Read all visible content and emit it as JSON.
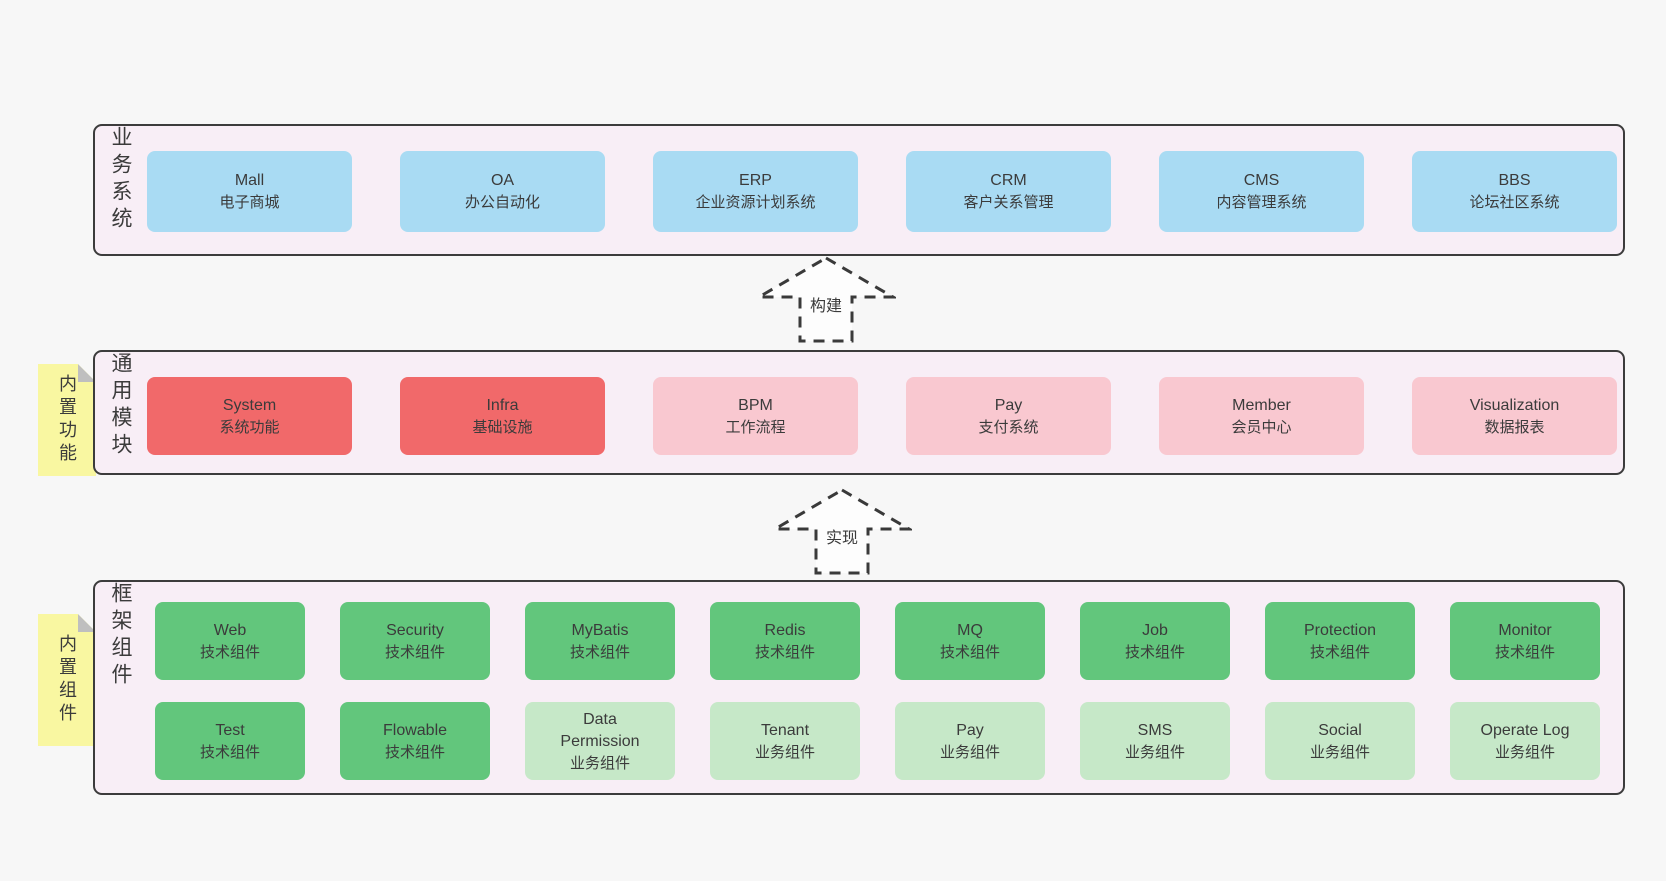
{
  "colors": {
    "background": "#f7f7f7",
    "panel_background": "#f8eef6",
    "panel_border": "#3c3c3c",
    "box_blue": "#a9dbf3",
    "box_red": "#f1696a",
    "box_pink": "#f9c8d0",
    "box_green": "#62c67c",
    "box_light_green": "#c6e8c8",
    "sticky_note_yellow": "#f9f7a1",
    "text": "#3b3b3b"
  },
  "arrows": [
    {
      "label": "构建"
    },
    {
      "label": "实现"
    }
  ],
  "layers": [
    {
      "id": "business-systems",
      "label_vertical": "业务系统",
      "boxes": [
        {
          "name": "Mall",
          "subtitle": "电子商城",
          "variant": "blue"
        },
        {
          "name": "OA",
          "subtitle": "办公自动化",
          "variant": "blue"
        },
        {
          "name": "ERP",
          "subtitle": "企业资源计划系统",
          "variant": "blue"
        },
        {
          "name": "CRM",
          "subtitle": "客户关系管理",
          "variant": "blue"
        },
        {
          "name": "CMS",
          "subtitle": "内容管理系统",
          "variant": "blue"
        },
        {
          "name": "BBS",
          "subtitle": "论坛社区系统",
          "variant": "blue"
        }
      ]
    },
    {
      "id": "common-modules",
      "label_vertical": "通用模块",
      "sticky_note": "内置功能",
      "boxes": [
        {
          "name": "System",
          "subtitle": "系统功能",
          "variant": "red"
        },
        {
          "name": "Infra",
          "subtitle": "基础设施",
          "variant": "red"
        },
        {
          "name": "BPM",
          "subtitle": "工作流程",
          "variant": "pink"
        },
        {
          "name": "Pay",
          "subtitle": "支付系统",
          "variant": "pink"
        },
        {
          "name": "Member",
          "subtitle": "会员中心",
          "variant": "pink"
        },
        {
          "name": "Visualization",
          "subtitle": "数据报表",
          "variant": "pink"
        }
      ]
    },
    {
      "id": "framework-components",
      "label_vertical": "框架组件",
      "sticky_note": "内置组件",
      "rows": [
        [
          {
            "name": "Web",
            "subtitle": "技术组件",
            "variant": "green"
          },
          {
            "name": "Security",
            "subtitle": "技术组件",
            "variant": "green"
          },
          {
            "name": "MyBatis",
            "subtitle": "技术组件",
            "variant": "green"
          },
          {
            "name": "Redis",
            "subtitle": "技术组件",
            "variant": "green"
          },
          {
            "name": "MQ",
            "subtitle": "技术组件",
            "variant": "green"
          },
          {
            "name": "Job",
            "subtitle": "技术组件",
            "variant": "green"
          },
          {
            "name": "Protection",
            "subtitle": "技术组件",
            "variant": "green"
          },
          {
            "name": "Monitor",
            "subtitle": "技术组件",
            "variant": "green"
          }
        ],
        [
          {
            "name": "Test",
            "subtitle": "技术组件",
            "variant": "green"
          },
          {
            "name": "Flowable",
            "subtitle": "技术组件",
            "variant": "green"
          },
          {
            "name": "Data\nPermission",
            "subtitle": "业务组件",
            "variant": "lightgreen"
          },
          {
            "name": "Tenant",
            "subtitle": "业务组件",
            "variant": "lightgreen"
          },
          {
            "name": "Pay",
            "subtitle": "业务组件",
            "variant": "lightgreen"
          },
          {
            "name": "SMS",
            "subtitle": "业务组件",
            "variant": "lightgreen"
          },
          {
            "name": "Social",
            "subtitle": "业务组件",
            "variant": "lightgreen"
          },
          {
            "name": "Operate Log",
            "subtitle": "业务组件",
            "variant": "lightgreen"
          }
        ]
      ]
    }
  ]
}
